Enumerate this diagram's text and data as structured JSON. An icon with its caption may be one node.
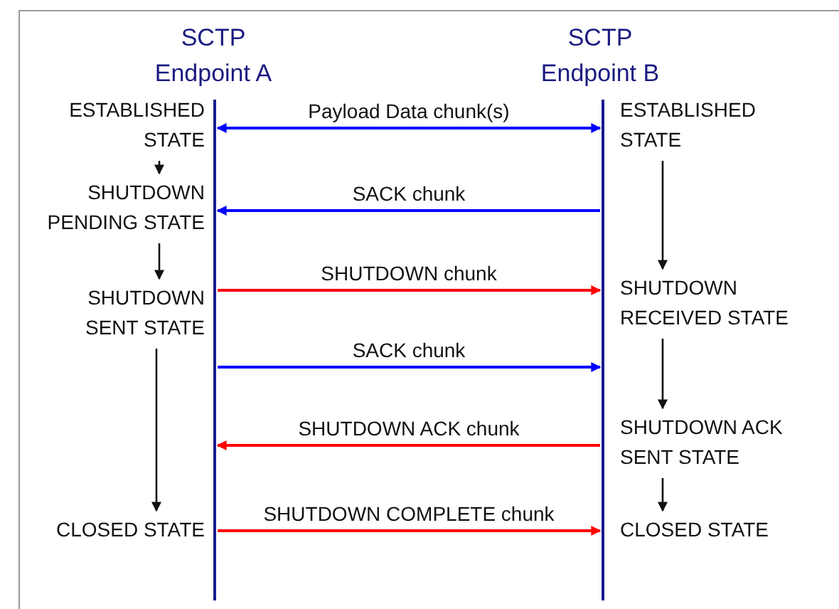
{
  "diagram": {
    "nodes": [
      {
        "text": [
          "SCTP Endpoint A"
        ]
      },
      {
        "text": [
          "SCTP Endpoint B"
        ]
      },
      {
        "text": [],
        "shape": "bar"
      },
      {
        "text": [],
        "shape": "bar"
      },
      {
        "text": [
          "ESTABLISHED STATE"
        ]
      },
      {
        "text": [
          "SHUTDOWN PENDING STATE"
        ]
      },
      {
        "text": [
          "SHUTDOWN SENT STATE"
        ]
      },
      {
        "text": [
          "CLOSED STATE"
        ]
      },
      {
        "text": [
          "ESTABLISHED STATE"
        ]
      },
      {
        "text": [
          "SHUTDOWN RECEIVED STATE"
        ]
      },
      {
        "text": [
          "SHUTDOWN ACK SENT STATE"
        ]
      },
      {
        "text": [
          "CLOSED STATE"
        ]
      }
    ],
    "edges": [
      {
        "from": 2,
        "to": 3,
        "arrow": "both",
        "label": "Payload Data chunk(s)",
        "color": "#0000ff"
      },
      {
        "from": 3,
        "to": 2,
        "arrow": "to",
        "label": "SACK chunk",
        "color": "#0000ff"
      },
      {
        "from": 2,
        "to": 3,
        "arrow": "to",
        "label": "SHUTDOWN chunk",
        "color": "#ff0000"
      },
      {
        "from": 2,
        "to": 3,
        "arrow": "to",
        "label": "SACK chunk",
        "color": "#0000ff"
      },
      {
        "from": 3,
        "to": 2,
        "arrow": "to",
        "label": "SHUTDOWN ACK chunk",
        "color": "#ff0000"
      },
      {
        "from": 2,
        "to": 3,
        "arrow": "to",
        "label": "SHUTDOWN COMPLETE chunk",
        "color": "#ff0000"
      },
      {
        "from": 4,
        "to": 5,
        "arrow": "to"
      },
      {
        "from": 5,
        "to": 6,
        "arrow": "to"
      },
      {
        "from": 6,
        "to": 7,
        "arrow": "to"
      },
      {
        "from": 8,
        "to": 9,
        "arrow": "to"
      },
      {
        "from": 9,
        "to": 10,
        "arrow": "to"
      },
      {
        "from": 10,
        "to": 11,
        "arrow": "to"
      }
    ]
  }
}
